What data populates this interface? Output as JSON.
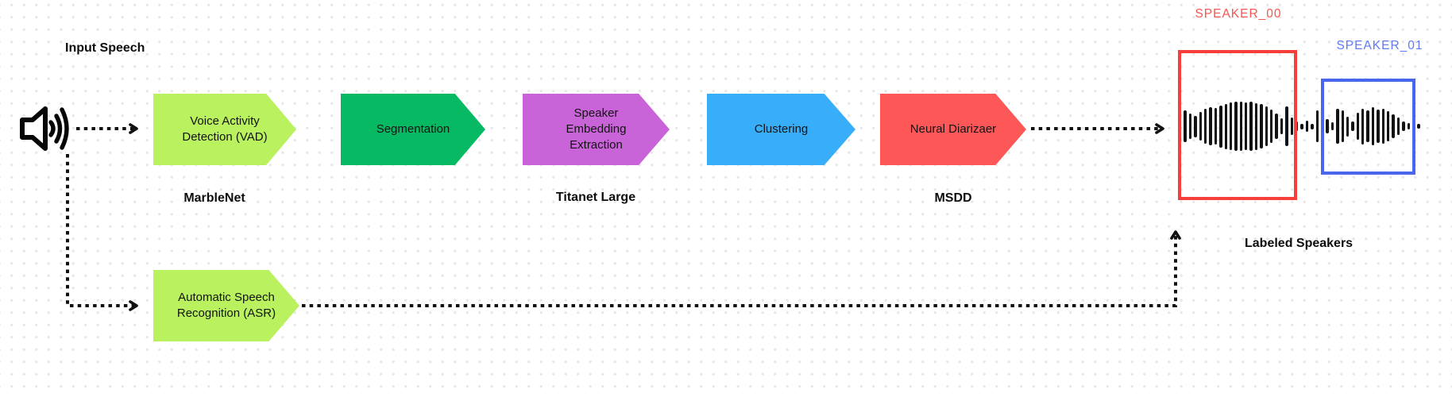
{
  "labels": {
    "input_speech": "Input Speech",
    "labeled_speakers": "Labeled Speakers",
    "speaker_00": "SPEAKER_00",
    "speaker_01": "SPEAKER_01"
  },
  "colors": {
    "connector": "#111111",
    "waveform": "#121212",
    "speaker00_text": "#f4564f",
    "speaker00_box": "#f63e3b",
    "speaker01_text": "#5f7af0",
    "speaker01_box": "#4866ee"
  },
  "stages": [
    {
      "id": "vad",
      "label": "Voice Activity Detection (VAD)",
      "model": "MarbleNet",
      "color": "#b9f25e"
    },
    {
      "id": "seg",
      "label": "Segmentation",
      "model": "",
      "color": "#08b964"
    },
    {
      "id": "embed",
      "label": "Speaker Embedding Extraction",
      "model": "Titanet Large",
      "color": "#c863d8"
    },
    {
      "id": "cluster",
      "label": "Clustering",
      "model": "",
      "color": "#38adf8"
    },
    {
      "id": "diarizer",
      "label": "Neural Diarizaer",
      "model": "MSDD",
      "color": "#fd5757"
    },
    {
      "id": "asr",
      "label": "Automatic Speech Recognition (ASR)",
      "model": "",
      "color": "#b9f25e"
    }
  ],
  "waveform": {
    "bars": [
      46,
      40,
      32,
      27,
      36,
      44,
      48,
      46,
      53,
      57,
      60,
      62,
      62,
      60,
      62,
      59,
      56,
      50,
      42,
      32,
      20,
      50,
      22,
      12,
      7,
      14,
      7,
      40,
      34,
      18,
      10,
      44,
      40,
      25,
      12,
      34,
      45,
      40,
      48,
      42,
      44,
      38,
      30,
      22,
      12,
      8,
      14,
      6
    ]
  }
}
